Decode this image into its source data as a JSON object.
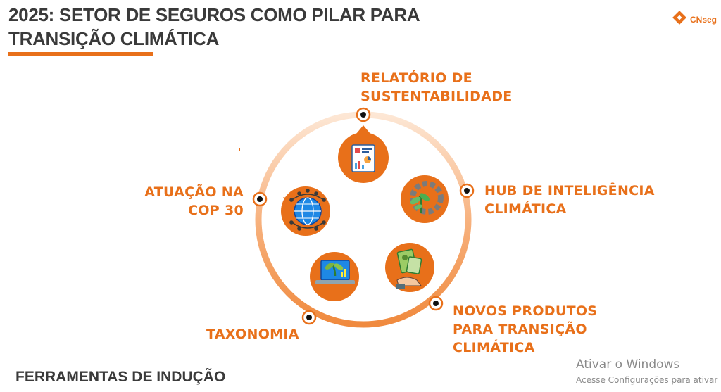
{
  "header": {
    "title_line1": "2025: SETOR DE SEGUROS COMO PILAR PARA",
    "title_line2": "TRANSIÇÃO CLIMÁTICA"
  },
  "logo": {
    "text": "CNseg",
    "icon": "cnseg-logo-icon"
  },
  "diagram": {
    "items": [
      {
        "lines": [
          "RELATÓRIO DE",
          "SUSTENTABILIDADE"
        ],
        "icon": "report-document-icon"
      },
      {
        "lines": [
          "HUB DE INTELIGÊNCIA",
          "CLIMÁTICA"
        ],
        "icon": "gear-plant-icon"
      },
      {
        "lines": [
          "NOVOS PRODUTOS",
          "PARA TRANSIÇÃO",
          "CLIMÁTICA"
        ],
        "icon": "hand-green-product-icon"
      },
      {
        "lines": [
          "TAXONOMIA"
        ],
        "icon": "laptop-plant-icon"
      },
      {
        "lines": [
          "ATUAÇÃO NA",
          "COP 30"
        ],
        "icon": "globe-network-icon"
      }
    ]
  },
  "footer": {
    "text": "FERRAMENTAS DE INDUÇÃO"
  },
  "watermark": {
    "title": "Ativar o Windows",
    "subtitle": "Acesse Configurações para ativar"
  },
  "colors": {
    "accent": "#e8701a",
    "dark": "#3a3a3a",
    "ring_light": "#fbd9bf"
  }
}
